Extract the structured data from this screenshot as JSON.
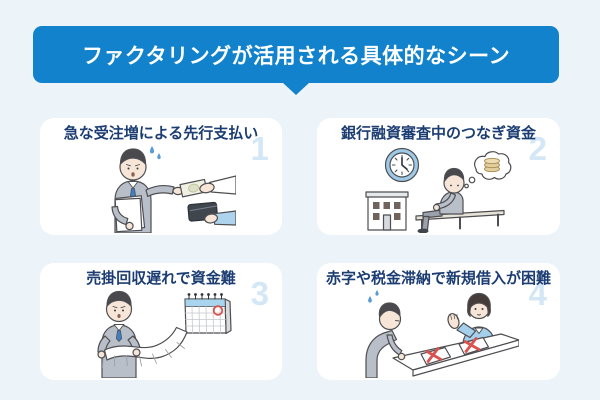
{
  "page": {
    "background_color": "#ecf3f9"
  },
  "header": {
    "title": "ファクタリングが活用される具体的なシーン",
    "background_color": "#1182cb",
    "text_color": "#ffffff"
  },
  "colors": {
    "card_background": "#ffffff",
    "scene_title": "#1c3d72",
    "scene_number": "#d4e7f6",
    "accent_blue": "#1182cb",
    "suit_gray": "#b9bfc8",
    "light_blue_clothing": "#a5d0ec",
    "red_x": "#d9534f"
  },
  "scenes": [
    {
      "number": "1",
      "title": "急な受注増による先行支払い",
      "illustration": "businessman-handing-cash-advance"
    },
    {
      "number": "2",
      "title": "銀行融資審査中のつなぎ資金",
      "illustration": "man-waiting-on-bench-at-bank"
    },
    {
      "number": "3",
      "title": "売掛回収遅れで資金難",
      "illustration": "man-with-long-unpaid-list-and-calendar"
    },
    {
      "number": "4",
      "title": "赤字や税金滞納で新規借入が困難",
      "illustration": "man-bowing-application-rejected"
    }
  ]
}
